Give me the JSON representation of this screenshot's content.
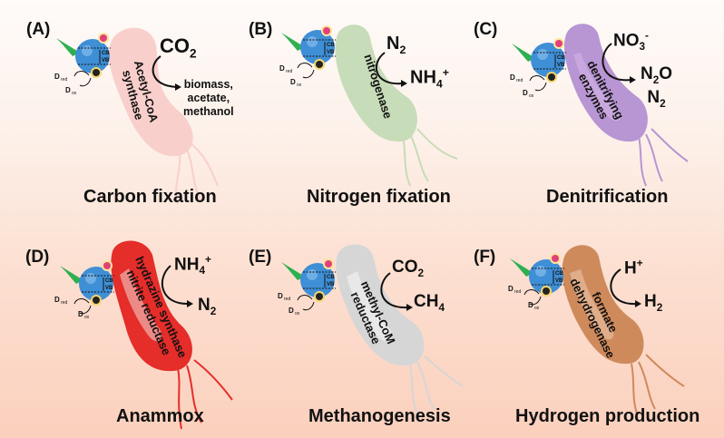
{
  "figure": {
    "catalyst_labels": {
      "electron": "e⁻",
      "hole": "h⁺",
      "cb": "CB",
      "vb": "VB",
      "d_red": "D",
      "d_red_sub": "red",
      "d_ox": "D",
      "d_ox_sub": "ox"
    },
    "panels": [
      {
        "id": "A",
        "label": "(A)",
        "title": "Carbon fixation",
        "enzyme_lines": [
          "Acetyl-CoA",
          "synthase"
        ],
        "reactant": "CO",
        "reactant_sub": "2",
        "reactant_sup": "",
        "products": [
          "biomass,",
          "acetate,",
          "methanol"
        ],
        "body_color": "#f9cfcc",
        "inner_color": "#fbdedb"
      },
      {
        "id": "B",
        "label": "(B)",
        "title": "Nitrogen fixation",
        "enzyme_lines": [
          "nitrogenase"
        ],
        "reactant": "N",
        "reactant_sub": "2",
        "reactant_sup": "",
        "product": "NH",
        "product_sub": "4",
        "product_sup": "+",
        "body_color": "#c7dcb8",
        "inner_color": "#d3e4c6"
      },
      {
        "id": "C",
        "label": "(C)",
        "title": "Denitrification",
        "enzyme_lines": [
          "denitrifying",
          "enzymes"
        ],
        "reactant": "NO",
        "reactant_sub": "3",
        "reactant_sup": "-",
        "product_lines": [
          {
            "base": "N",
            "sub": "2",
            "tail": "O"
          },
          {
            "base": "N",
            "sub": "2",
            "tail": ""
          }
        ],
        "body_color": "#b895d3",
        "inner_color": "#c8a8de"
      },
      {
        "id": "D",
        "label": "(D)",
        "title": "Anammox",
        "enzyme_lines": [
          "hydrazine synthase",
          "nitrite reductase"
        ],
        "reactant": "NH",
        "reactant_sub": "4",
        "reactant_sup": "+",
        "product": "N",
        "product_sub": "2",
        "product_sup": "",
        "body_color": "#e52d2a",
        "inner_color": "#ec8a86"
      },
      {
        "id": "E",
        "label": "(E)",
        "title": "Methanogenesis",
        "enzyme_lines": [
          "methyl-CoM",
          "reductase"
        ],
        "reactant": "CO",
        "reactant_sub": "2",
        "reactant_sup": "",
        "product": "CH",
        "product_sub": "4",
        "product_sup": "",
        "body_color": "#d6d6d6",
        "inner_color": "#e8e8e8"
      },
      {
        "id": "F",
        "label": "(F)",
        "title": "Hydrogen production",
        "enzyme_lines": [
          "formate",
          "dehydrogenase"
        ],
        "reactant": "H",
        "reactant_sub": "",
        "reactant_sup": "+",
        "product": "H",
        "product_sub": "2",
        "product_sup": "",
        "body_color": "#cf8a5c",
        "inner_color": "#e0ad8a"
      }
    ],
    "colors": {
      "sphere": "#3f8fd6",
      "leaf": "#2eb04f",
      "electron": "#e2407a",
      "hole_glow": "#f7d56a"
    }
  }
}
